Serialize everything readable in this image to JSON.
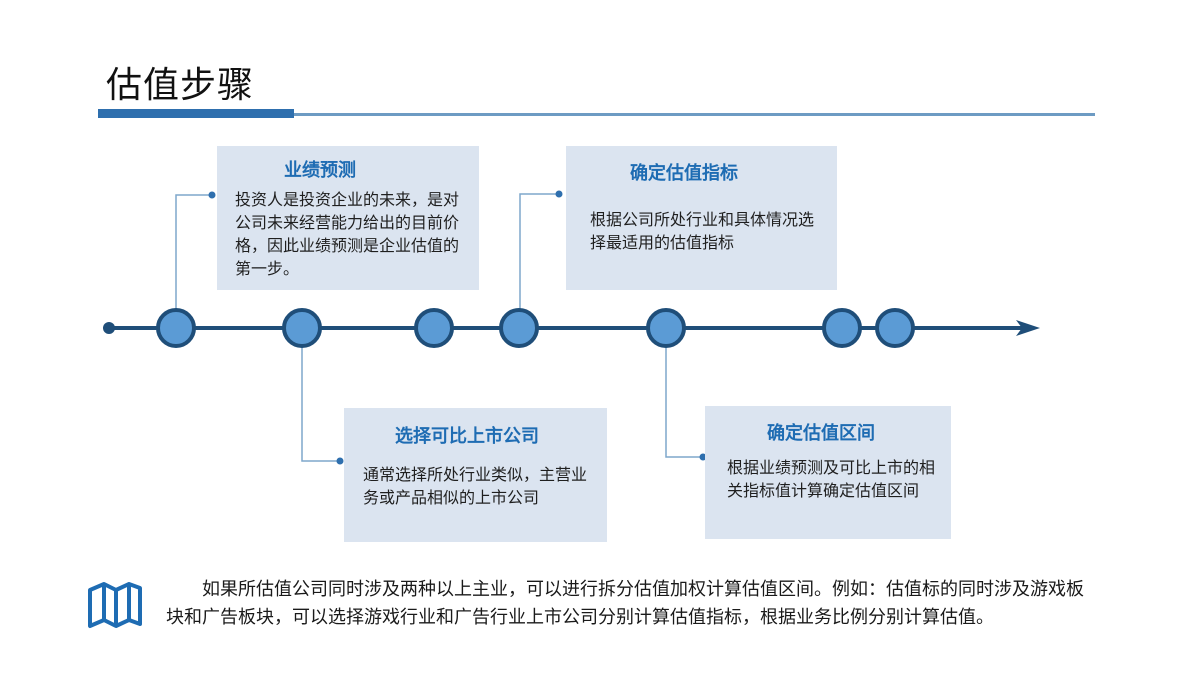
{
  "title": "估值步骤",
  "steps": [
    {
      "title": "业绩预测",
      "text": "投资人是投资企业的未来，是对公司未来经营能力给出的目前价格，因此业绩预测是企业估值的第一步。"
    },
    {
      "title": "确定估值指标",
      "text": "根据公司所处行业和具体情况选择最适用的估值指标"
    },
    {
      "title": "选择可比上市公司",
      "text": "通常选择所处行业类似，主营业务或产品相似的上市公司"
    },
    {
      "title": "确定估值区间",
      "text": "根据业绩预测及可比上市的相关指标值计算确定估值区间"
    }
  ],
  "note": {
    "icon": "map-icon",
    "text": "如果所估值公司同时涉及两种以上主业，可以进行拆分估值加权计算估值区间。例如：估值标的同时涉及游戏板块和广告板块，可以选择游戏行业和广告行业上市公司分别计算估值指标，根据业务比例分别计算估值。"
  },
  "colors": {
    "accent": "#1e6cb3",
    "timeline": "#1f4e79",
    "node_fill": "#5b9bd5",
    "box_bg": "#dbe4f0",
    "connector": "#7fa7cc"
  }
}
